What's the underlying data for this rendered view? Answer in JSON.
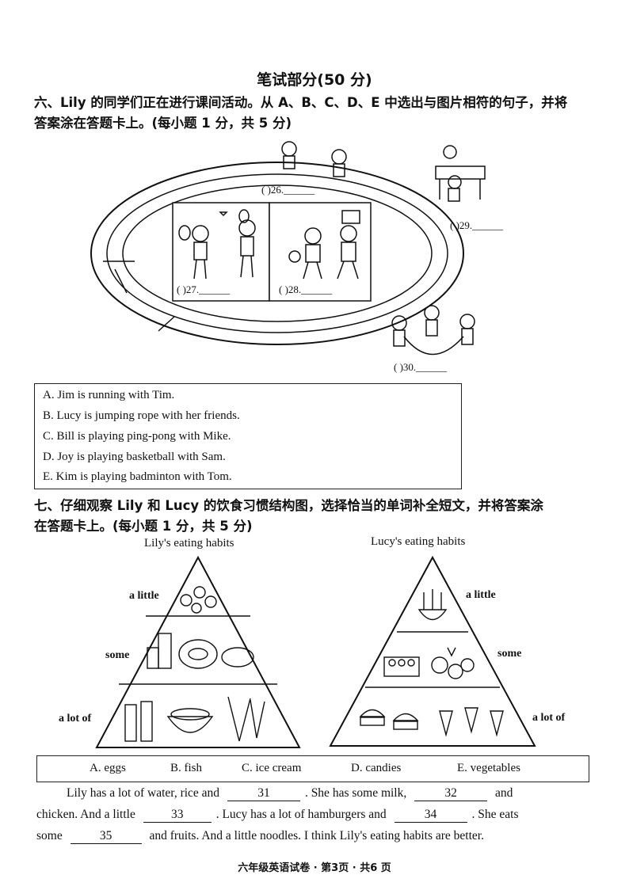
{
  "written_header": "笔试部分(50 分)",
  "section6": {
    "line1": "六、Lily 的同学们正在进行课间活动。从 A、B、C、D、E 中选出与图片相符的句子，并将",
    "line2": "答案涂在答题卡上。(每小题 1 分，共 5 分)",
    "blanks": [
      "(    )26.______",
      "(    )27.______",
      "(    )28.______",
      "(    )29.______",
      "(    )30.______"
    ],
    "options": [
      "A. Jim is running with Tim.",
      "B. Lucy is jumping rope with her friends.",
      "C. Bill is playing ping-pong with Mike.",
      "D. Joy is playing basketball with Sam.",
      "E. Kim is playing badminton with Tom."
    ]
  },
  "section7": {
    "line1": "七、仔细观察 Lily 和 Lucy 的饮食习惯结构图，选择恰当的单词补全短文，并将答案涂",
    "line2": "在答题卡上。(每小题 1 分，共 5 分)",
    "lily_title": "Lily's eating habits",
    "lucy_title": "Lucy's eating habits",
    "lily_levels": [
      "a little",
      "some",
      "a lot of"
    ],
    "lucy_levels": [
      "a little",
      "some",
      "a lot of"
    ],
    "word_bank": [
      "A. eggs",
      "B. fish",
      "C. ice cream",
      "D.  candies",
      "E. vegetables"
    ],
    "passage": {
      "l1a": "Lily has a lot of water, rice and",
      "b31": "31",
      "l1b": ". She has some milk,",
      "b32": "32",
      "l1c": "and",
      "l2a": "chicken.  And a little",
      "b33": "33",
      "l2b": ".  Lucy has a lot of hamburgers and",
      "b34": "34",
      "l2c": ".  She eats",
      "l3a": "some",
      "b35": "35",
      "l3b": "and fruits.  And a little noodles.  I think Lily's eating habits are better."
    }
  },
  "footer": "六年级英语试卷 · 第3页 · 共6 页"
}
